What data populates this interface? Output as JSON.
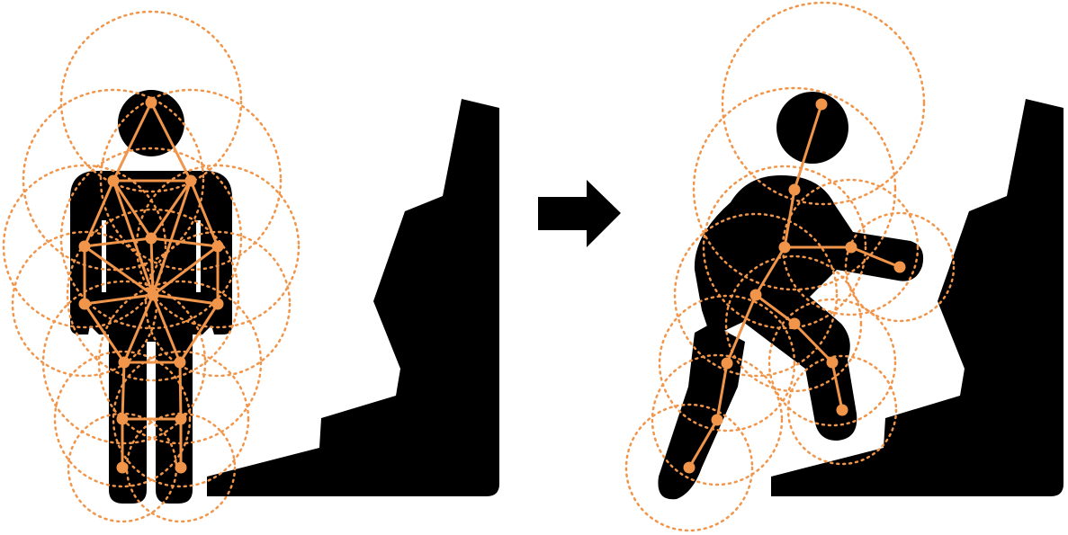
{
  "colors": {
    "figure": "#000000",
    "skeleton": "#F0954A",
    "background": "#FFFFFF"
  },
  "panels": [
    {
      "name": "standing-pose",
      "joints": [
        {
          "id": "head"
        },
        {
          "id": "shoulder-left"
        },
        {
          "id": "shoulder-right"
        },
        {
          "id": "chest"
        },
        {
          "id": "elbow-left"
        },
        {
          "id": "elbow-right"
        },
        {
          "id": "spine"
        },
        {
          "id": "wrist-left"
        },
        {
          "id": "wrist-right"
        },
        {
          "id": "hip-left"
        },
        {
          "id": "hip-right"
        },
        {
          "id": "knee-left"
        },
        {
          "id": "knee-right"
        },
        {
          "id": "ankle-left"
        },
        {
          "id": "ankle-right"
        }
      ]
    },
    {
      "name": "climbing-pose",
      "joints": [
        {
          "id": "head"
        },
        {
          "id": "neck"
        },
        {
          "id": "shoulder"
        },
        {
          "id": "elbow"
        },
        {
          "id": "hand"
        },
        {
          "id": "hip"
        },
        {
          "id": "knee-front"
        },
        {
          "id": "shin-front"
        },
        {
          "id": "foot-front"
        },
        {
          "id": "knee-back"
        },
        {
          "id": "shin-back"
        },
        {
          "id": "foot-back"
        }
      ]
    }
  ],
  "arrow": {
    "direction": "right",
    "icon": "arrow-right-icon"
  }
}
